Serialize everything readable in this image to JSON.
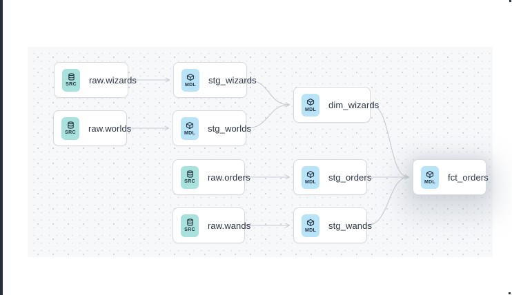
{
  "window": {
    "left_edge_color": "#272e3d"
  },
  "canvas": {
    "background": "#f7f8fa",
    "dot_color": "#d2d5db"
  },
  "palette": {
    "src_badge_bg": "#a9e2dc",
    "mdl_badge_bg": "#b9e4f7",
    "badge_text": "#22303f",
    "node_bg": "#ffffff",
    "node_border": "#d8dade",
    "node_text": "#2a3442",
    "edge_color": "#c6cad1"
  },
  "nodes": [
    {
      "id": "raw.wizards",
      "label": "raw.wizards",
      "badge": "SRC",
      "icon": "database-icon"
    },
    {
      "id": "raw.worlds",
      "label": "raw.worlds",
      "badge": "SRC",
      "icon": "database-icon"
    },
    {
      "id": "stg_wizards",
      "label": "stg_wizards",
      "badge": "MDL",
      "icon": "cube-icon"
    },
    {
      "id": "stg_worlds",
      "label": "stg_worlds",
      "badge": "MDL",
      "icon": "cube-icon"
    },
    {
      "id": "dim_wizards",
      "label": "dim_wizards",
      "badge": "MDL",
      "icon": "cube-icon"
    },
    {
      "id": "raw.orders",
      "label": "raw.orders",
      "badge": "SRC",
      "icon": "database-icon"
    },
    {
      "id": "stg_orders",
      "label": "stg_orders",
      "badge": "MDL",
      "icon": "cube-icon"
    },
    {
      "id": "fct_orders",
      "label": "fct_orders",
      "badge": "MDL",
      "icon": "cube-icon",
      "highlighted": true
    },
    {
      "id": "raw.wands",
      "label": "raw.wands",
      "badge": "SRC",
      "icon": "database-icon"
    },
    {
      "id": "stg_wands",
      "label": "stg_wands",
      "badge": "MDL",
      "icon": "cube-icon"
    }
  ],
  "edges": [
    {
      "from": "raw.wizards",
      "to": "stg_wizards"
    },
    {
      "from": "raw.worlds",
      "to": "stg_worlds"
    },
    {
      "from": "stg_wizards",
      "to": "dim_wizards"
    },
    {
      "from": "stg_worlds",
      "to": "dim_wizards"
    },
    {
      "from": "raw.orders",
      "to": "stg_orders"
    },
    {
      "from": "raw.wands",
      "to": "stg_wands"
    },
    {
      "from": "dim_wizards",
      "to": "fct_orders"
    },
    {
      "from": "stg_orders",
      "to": "fct_orders"
    },
    {
      "from": "stg_wands",
      "to": "fct_orders"
    }
  ]
}
